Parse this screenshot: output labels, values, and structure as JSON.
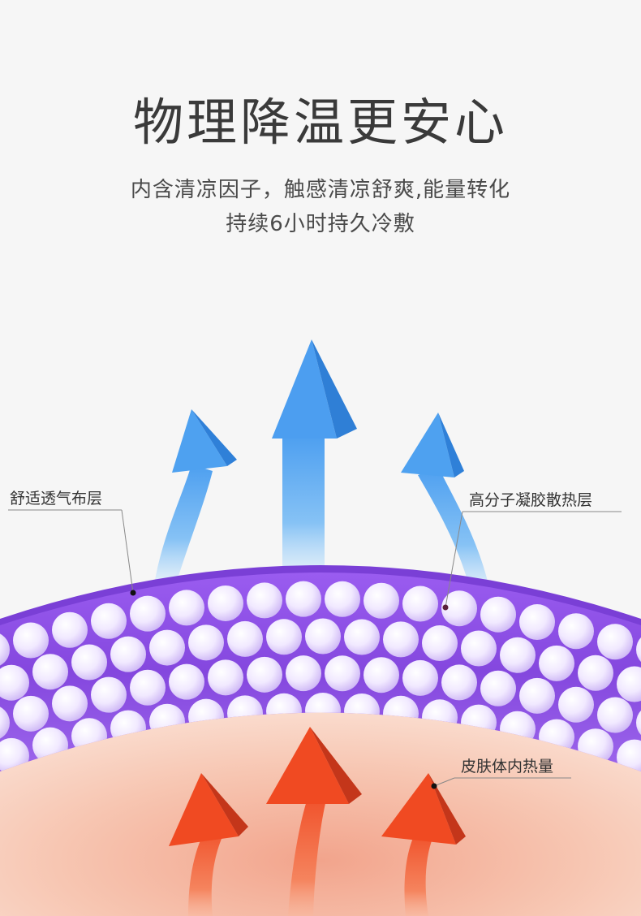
{
  "headline": "物理降温更安心",
  "subline_1": "内含清凉因子，触感清凉舒爽,能量转化",
  "subline_2": "持续6小时持久冷敷",
  "labels": {
    "fabric_layer": "舒适透气布层",
    "gel_layer": "高分子凝胶散热层",
    "skin_heat": "皮肤体内热量"
  },
  "colors": {
    "background": "#f6f6f6",
    "cool_arrow": "#5aa9ec",
    "gel_band": "#8a4fe0",
    "bead": "#ece2ff",
    "skin": "#f6c6b4",
    "heat_arrow": "#ef5a2e"
  }
}
